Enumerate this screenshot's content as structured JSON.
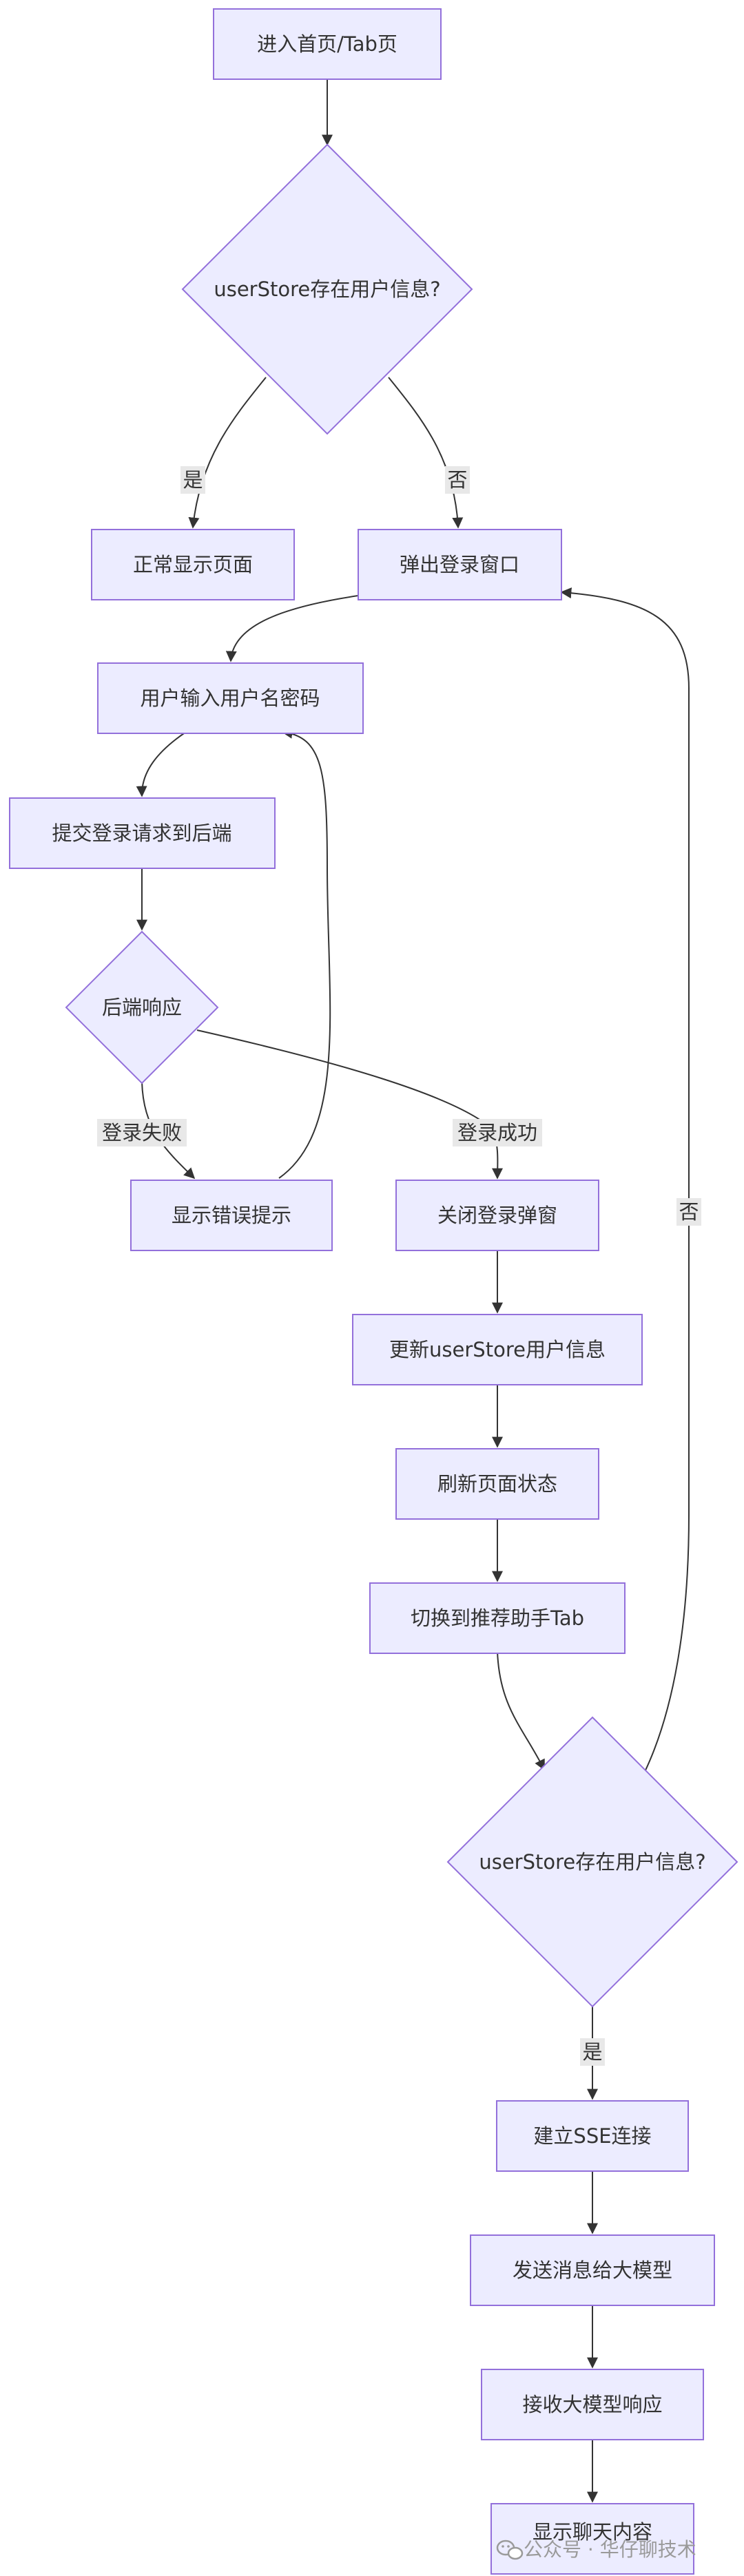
{
  "nodes": {
    "enter": "进入首页/Tab页",
    "check1": "userStore存在用户信息?",
    "normal": "正常显示页面",
    "popup": "弹出登录窗口",
    "input": "用户输入用户名密码",
    "submit": "提交登录请求到后端",
    "response": "后端响应",
    "error": "显示错误提示",
    "close": "关闭登录弹窗",
    "update": "更新userStore用户信息",
    "refresh": "刷新页面状态",
    "switch": "切换到推荐助手Tab",
    "check2": "userStore存在用户信息?",
    "sse": "建立SSE连接",
    "send": "发送消息给大模型",
    "receive": "接收大模型响应",
    "show": "显示聊天内容"
  },
  "edge_labels": {
    "yes1": "是",
    "no1": "否",
    "fail": "登录失败",
    "success": "登录成功",
    "no2": "否",
    "yes2": "是"
  },
  "watermark": {
    "text": "公众号 · 华仔聊技术"
  },
  "colors": {
    "node_fill": "#ECECFF",
    "node_stroke": "#9370DB",
    "edge": "#333333",
    "label_bg": "#E8E8E8"
  }
}
